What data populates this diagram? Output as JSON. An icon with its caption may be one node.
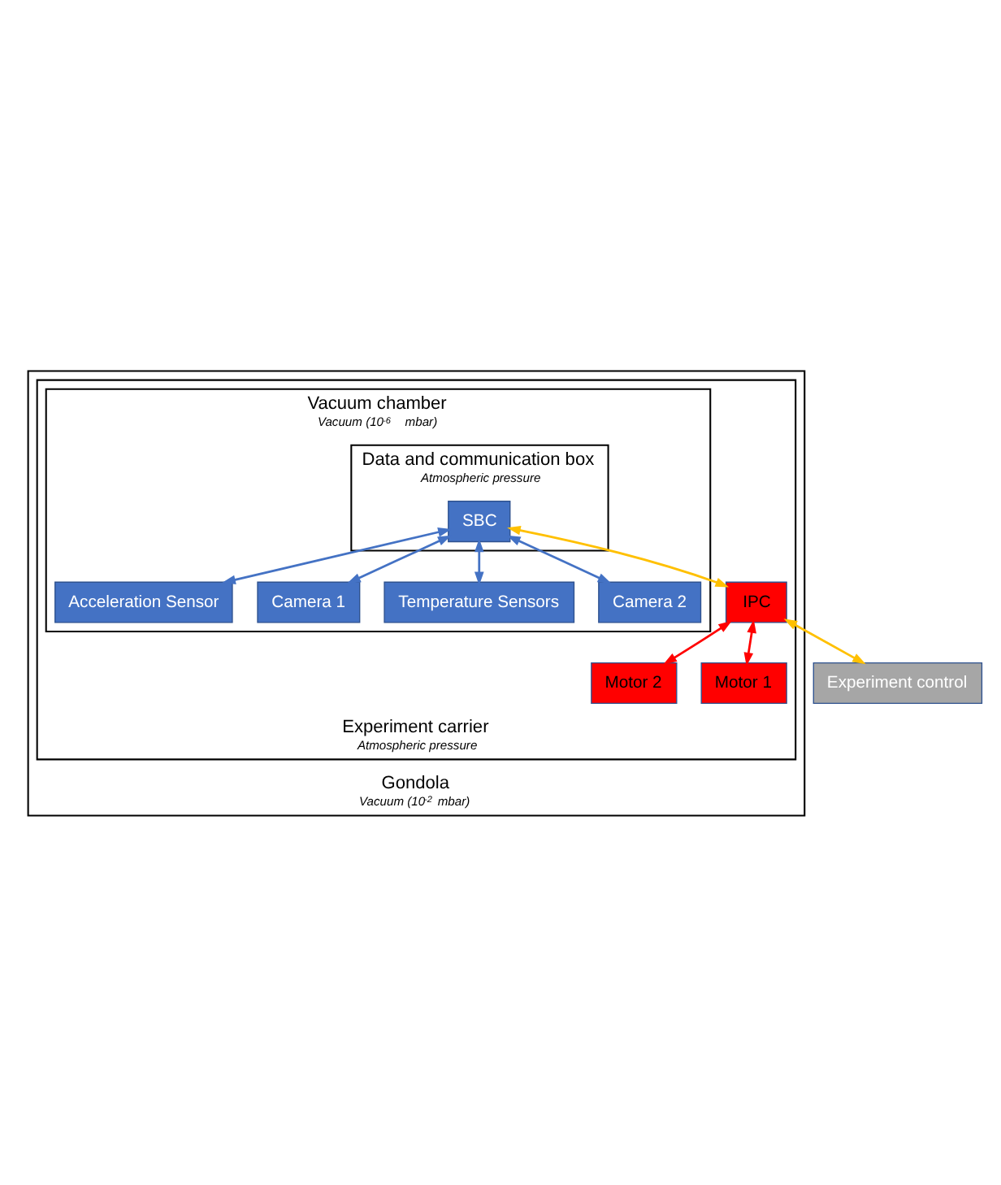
{
  "diagram": {
    "nodes": [
      {
        "text": [
          "Gondola",
          "Vacuum (10$^{-2}$ mbar)"
        ]
      },
      {
        "text": [
          "Experiment carrier",
          "Atmospheric pressure"
        ],
        "in": 0
      },
      {
        "text": [
          "Vacuum chamber",
          "Vacuum (10$^{-6}$ mbar)"
        ],
        "in": 1
      },
      {
        "text": [
          "Data and communication box",
          "Atmospheric pressure"
        ],
        "in": 2
      },
      {
        "text": [
          "SBC"
        ],
        "in": 3
      },
      {
        "text": [
          "Acceleration Sensor"
        ],
        "in": 2
      },
      {
        "text": [
          "Camera 1"
        ],
        "in": 2
      },
      {
        "text": [
          "Temperature Sensors"
        ],
        "in": 2
      },
      {
        "text": [
          "Camera 2"
        ],
        "in": 2
      },
      {
        "text": [
          "IPC"
        ],
        "in": 1
      },
      {
        "text": [
          "Motor 2"
        ],
        "in": 1
      },
      {
        "text": [
          "Motor 1"
        ],
        "in": 1
      },
      {
        "text": [
          "Experiment control"
        ]
      }
    ],
    "edges": [
      {
        "from": 4,
        "to": 5,
        "arrow": "both"
      },
      {
        "from": 4,
        "to": 6,
        "arrow": "both"
      },
      {
        "from": 4,
        "to": 7,
        "arrow": "both"
      },
      {
        "from": 4,
        "to": 8,
        "arrow": "both"
      },
      {
        "from": 4,
        "to": 9,
        "arrow": "both",
        "color": "#ffc000"
      },
      {
        "from": 9,
        "to": 10,
        "arrow": "both",
        "color": "#ff0000"
      },
      {
        "from": 9,
        "to": 11,
        "arrow": "both",
        "color": "#ff0000"
      },
      {
        "from": 9,
        "to": 12,
        "arrow": "both",
        "color": "#ffc000"
      }
    ]
  }
}
